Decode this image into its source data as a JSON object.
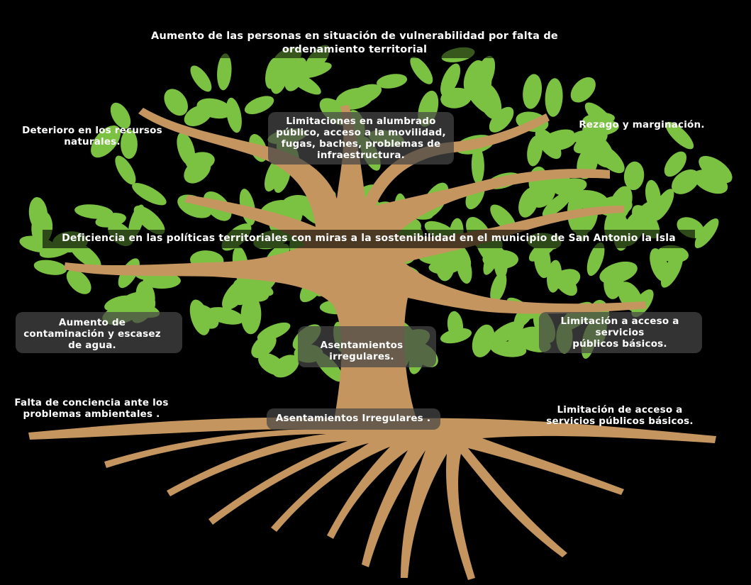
{
  "colors": {
    "background": "#000000",
    "trunk": "#C4955E",
    "leaf": "#7CC242",
    "text": "#FFFFFF"
  },
  "icons": [
    "tree-trunk-icon",
    "leaf-icon",
    "roots-icon"
  ],
  "top_effect": {
    "line1": "Aumento de las personas en situación de vulnerabilidad por falta de",
    "line2": "ordenamiento territorial"
  },
  "effects": {
    "left": {
      "line1": "Deterioro en los recursos",
      "line2": "naturales."
    },
    "center": {
      "line1": "Limitaciones en alumbrado",
      "line2": "público, acceso a la movilidad,",
      "line3": "fugas, baches, problemas de",
      "line4": "infraestructura."
    },
    "right": {
      "line1": "Rezago y marginación."
    }
  },
  "central_problem": "Deficiencia en las políticas territoriales con miras a la sostenibilidad en el municipio de San Antonio la Isla",
  "causes_trunk": {
    "left": {
      "line1": "Aumento de",
      "line2": "contaminación y escasez",
      "line3": "de agua."
    },
    "center": {
      "line1": "Asentamientos",
      "line2": "irregulares."
    },
    "right": {
      "line1": "Limitación a acceso a",
      "line2": "servicios",
      "line3": "públicos básicos."
    }
  },
  "causes_roots": {
    "left": {
      "line1": "Falta de conciencia ante los",
      "line2": "problemas ambientales ."
    },
    "center": {
      "line1": "Asentamientos Irregulares ."
    },
    "right": {
      "line1": "Limitación de acceso a",
      "line2": "servicios públicos básicos."
    }
  }
}
